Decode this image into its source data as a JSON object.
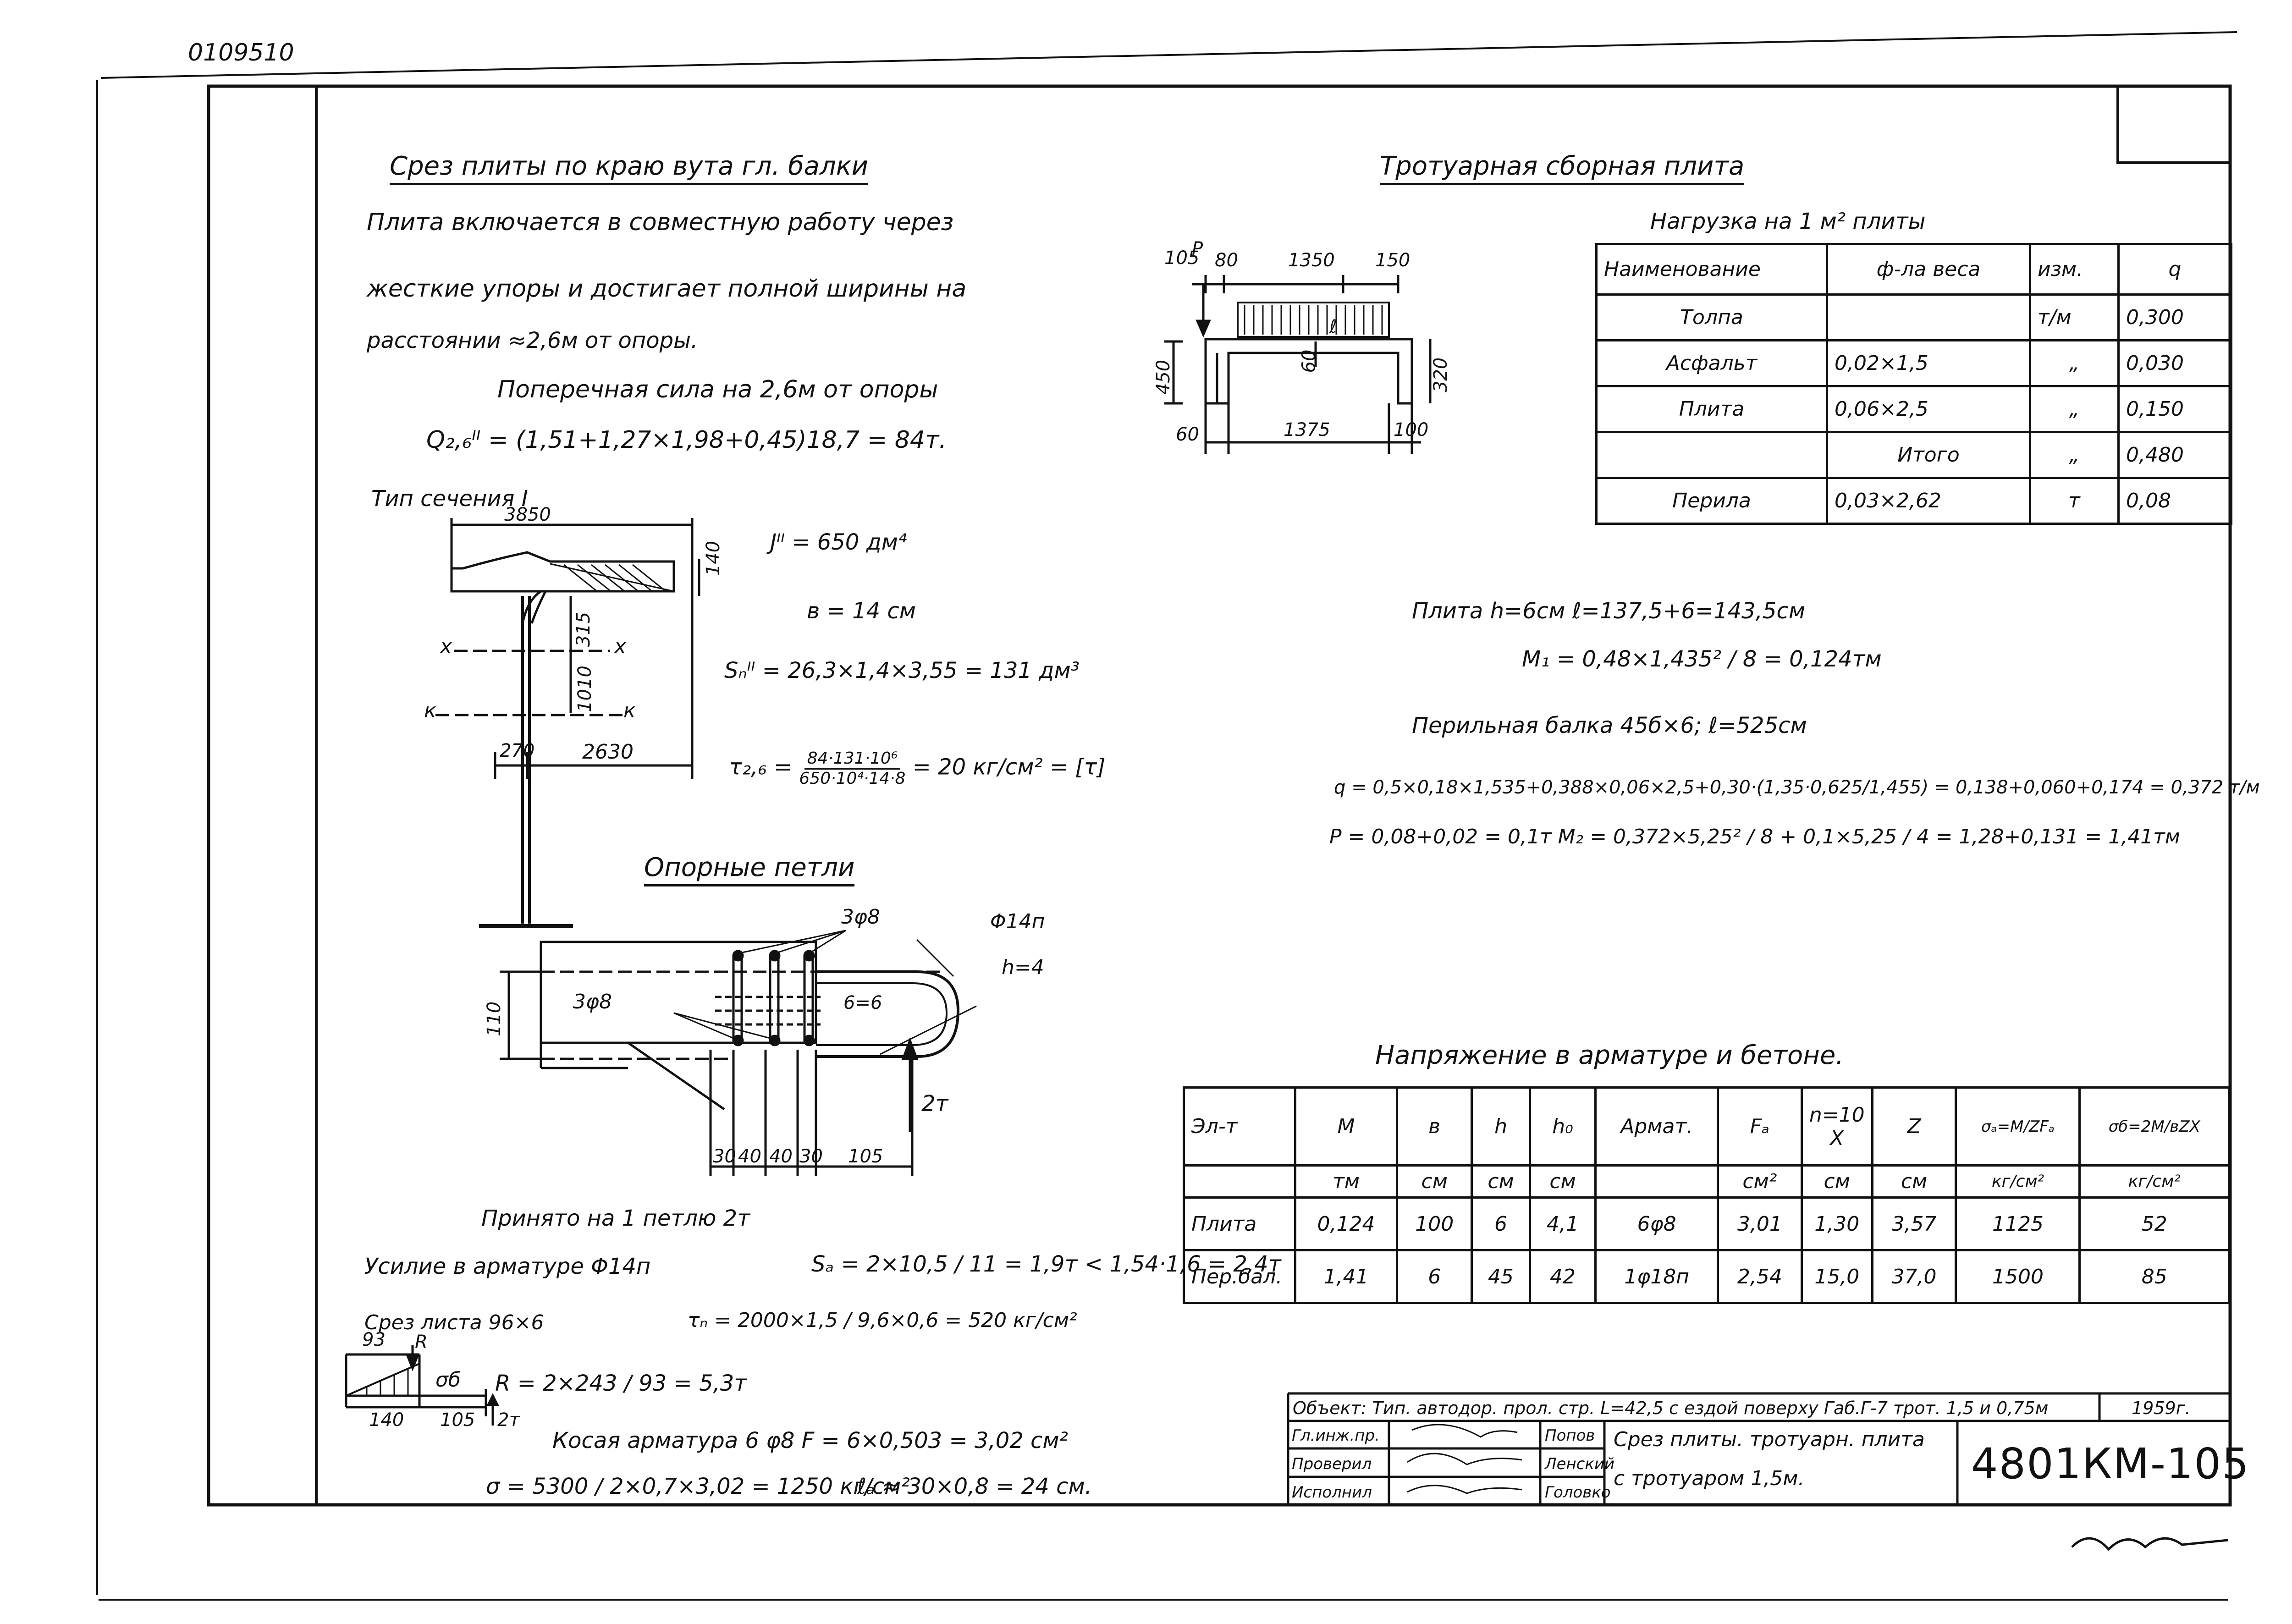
{
  "sheet": {
    "code_top": "0109510",
    "doc_number": "4801КМ-105",
    "year": "1959г.",
    "object_line": "Объект: Тип. автодор. прол. стр. L=42,5 с ездой поверху Габ.Г-7 трот. 1,5 и 0,75м",
    "title_line1": "Срез плиты. тротуарн. плита",
    "title_line2": "с тротуаром 1,5м.",
    "roles": [
      {
        "role": "Гл.инж.пр.",
        "name": "Попов"
      },
      {
        "role": "Проверил",
        "name": "Ленский"
      },
      {
        "role": "Исполнил",
        "name": "Головко"
      }
    ]
  },
  "left": {
    "heading": "Срез плиты по краю вута гл. балки",
    "para1": "Плита включается в совместную работу через",
    "para2": "жесткие упоры и достигает полной ширины на",
    "para3": "расстоянии ≈2,6м от опоры.",
    "shear_title": "Поперечная сила на 2,6м от опоры",
    "shear_formula": "Q₂,₆ᴵᴵ = (1,51+1,27×1,98+0,45)18,7 = 84т.",
    "section_type": "Тип сечения I",
    "dim_3850": "3850",
    "dim_140": "140",
    "dim_315": "315",
    "dim_1010": "1010",
    "dim_270": "270",
    "dim_2630": "2630",
    "axis_x": "x",
    "axis_k": "к",
    "J": "Jᴵᴵ = 650 дм⁴",
    "b": "в = 14 см",
    "S": "Sₙᴵᴵ = 26,3×1,4×3,55 = 131 дм³",
    "tau_label": "τ₂,₆ =",
    "tau_num": "84·131·10⁶",
    "tau_den": "650·10⁴·14·8",
    "tau_result": "= 20 кг/см² = [τ]"
  },
  "loops": {
    "heading": "Опорные петли",
    "label_3f8_top": "3φ8",
    "label_3f8_left": "3φ8",
    "label_f14": "Φ14п",
    "label_h": "h=4",
    "label_6x6": "6=6",
    "dim_110": "110",
    "dims_bottom": [
      "30",
      "40",
      "40",
      "30",
      "105"
    ],
    "force": "2т",
    "accepted": "Принято на 1 петлю 2т",
    "effort_text": "Усилие в арматуре Φ14п",
    "effort_formula": "Sₐ = 2×10,5 / 11 = 1,9т < 1,54·1,6 = 2,4т",
    "cut_text": "Срез листа 96×6",
    "cut_formula": "τₙ = 2000×1,5 / 9,6×0,6 = 520 кг/см²",
    "r_dims": [
      "93",
      "140",
      "105"
    ],
    "r_sym": "R",
    "sigma_b": "σб",
    "r_formula": "R = 2×243 / 93 = 5,3т",
    "r_force": "2т",
    "inclined": "Косая арматура 6 φ8  F = 6×0,503 = 3,02 см²",
    "sigma_formula": "σ = 5300 / 2×0,7×3,02 = 1250 кг/см²",
    "la_formula": "ℓₐ ≈ 30×0,8 = 24 см."
  },
  "right": {
    "heading": "Тротуарная сборная плита",
    "dims_top": [
      "105",
      "80",
      "1350",
      "150"
    ],
    "dims_left": [
      "450"
    ],
    "dims_right": [
      "320"
    ],
    "dims_bottom": [
      "60",
      "1375",
      "100"
    ],
    "dim_inner": "60",
    "P": "P",
    "l_mark": "ℓ",
    "load_title": "Нагрузка на 1 м² плиты",
    "load_headers": [
      "Наименование",
      "ф-ла веса",
      "изм.",
      "q"
    ],
    "load_rows": [
      [
        "Толпа",
        "",
        "т/м",
        "0,300"
      ],
      [
        "Асфальт",
        "0,02×1,5",
        "„",
        "0,030"
      ],
      [
        "Плита",
        "0,06×2,5",
        "„",
        "0,150"
      ],
      [
        "",
        "Итого",
        "„",
        "0,480"
      ],
      [
        "Перила",
        "0,03×2,62",
        "т",
        "0,08"
      ]
    ],
    "f1": "Плита   h=6см      ℓ=137,5+6=143,5см",
    "f2": "M₁ = 0,48×1,435² / 8 = 0,124тм",
    "f3": "Перильная балка  45б×6;  ℓ=525см",
    "f4": "q = 0,5×0,18×1,535+0,388×0,06×2,5+0,30·(1,35·0,625/1,455) = 0,138+0,060+0,174 = 0,372 т/м",
    "f5": "P = 0,08+0,02 = 0,1т   M₂ = 0,372×5,25² / 8 + 0,1×5,25 / 4 = 1,28+0,131 = 1,41тм"
  },
  "stress": {
    "title": "Напряжение в арматуре и бетоне.",
    "headers": [
      "Эл-т",
      "M",
      "в",
      "h",
      "h₀",
      "Армат.",
      "Fₐ",
      "n=10 X",
      "Z",
      "σₐ=M/ZFₐ",
      "σб=2M/вZX"
    ],
    "units": [
      "",
      "тм",
      "см",
      "см",
      "см",
      "",
      "см²",
      "см",
      "см",
      "кг/см²",
      "кг/см²"
    ],
    "rows": [
      [
        "Плита",
        "0,124",
        "100",
        "6",
        "4,1",
        "6φ8",
        "3,01",
        "1,30",
        "3,57",
        "1125",
        "52"
      ],
      [
        "Пер.бал.",
        "1,41",
        "6",
        "45",
        "42",
        "1φ18п",
        "2,54",
        "15,0",
        "37,0",
        "1500",
        "85"
      ]
    ]
  }
}
